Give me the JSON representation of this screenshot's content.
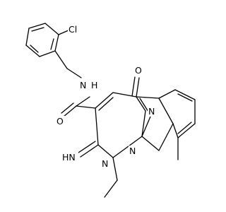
{
  "molecule": {
    "atoms": {
      "chlorine": "Cl",
      "amide_nitrogen": "N",
      "amide_hydrogen": "H",
      "amide_oxygen": "O",
      "ketone_oxygen": "O",
      "ring_nitrogen_bridge": "N",
      "imine_label": "HN",
      "ring_nitrogen_pyrimidine": "N",
      "ring_nitrogen_ethyl": "N"
    }
  }
}
